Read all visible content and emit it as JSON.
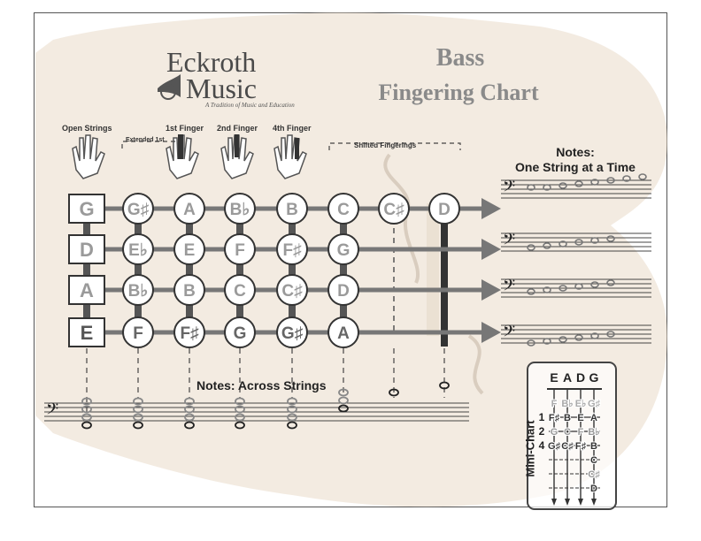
{
  "brand": {
    "name_line1": "Eckroth",
    "name_line2": "Music",
    "tagline": "A Tradition of Music and Education"
  },
  "title": {
    "line1": "Bass",
    "line2": "Fingering Chart"
  },
  "finger_labels": {
    "open": "Open Strings",
    "extended": "Extended 1st",
    "first": "1st Finger",
    "second": "2nd Finger",
    "fourth": "4th Finger",
    "shifted": "Shifted Fingerings"
  },
  "notes_heading": {
    "line1": "Notes:",
    "line2": "One String at a Time"
  },
  "notes_across": "Notes: Across Strings",
  "mini_chart": {
    "label": "Mini-Chart",
    "strings": [
      "E",
      "A",
      "D",
      "G"
    ],
    "rows": [
      {
        "finger": "",
        "notes": [
          "F",
          "B♭",
          "E♭",
          "G♯"
        ]
      },
      {
        "finger": "1",
        "notes": [
          "F♯",
          "B",
          "E",
          "A"
        ]
      },
      {
        "finger": "2",
        "notes": [
          "G",
          "C",
          "F",
          "B♭"
        ]
      },
      {
        "finger": "4",
        "notes": [
          "G♯",
          "C♯",
          "F♯",
          "B"
        ]
      },
      {
        "finger": "",
        "notes": [
          "",
          "",
          "",
          "C"
        ]
      },
      {
        "finger": "",
        "notes": [
          "",
          "",
          "",
          "C♯"
        ]
      },
      {
        "finger": "",
        "notes": [
          "",
          "",
          "",
          "D"
        ]
      }
    ]
  },
  "strings": [
    {
      "open": "G",
      "notes": [
        "G♯",
        "A",
        "B♭",
        "B",
        "C",
        "C♯",
        "D"
      ]
    },
    {
      "open": "D",
      "notes": [
        "E♭",
        "E",
        "F",
        "F♯",
        "G"
      ]
    },
    {
      "open": "A",
      "notes": [
        "B♭",
        "B",
        "C",
        "C♯",
        "D"
      ]
    },
    {
      "open": "E",
      "notes": [
        "F",
        "F♯",
        "G",
        "G♯",
        "A"
      ]
    }
  ],
  "colors": {
    "fingerboard": "#555555",
    "circle_fill": "#ffffff",
    "note_text": "#9a9a9a",
    "arrow": "#777777",
    "violin_body": "#e8d8c4"
  }
}
